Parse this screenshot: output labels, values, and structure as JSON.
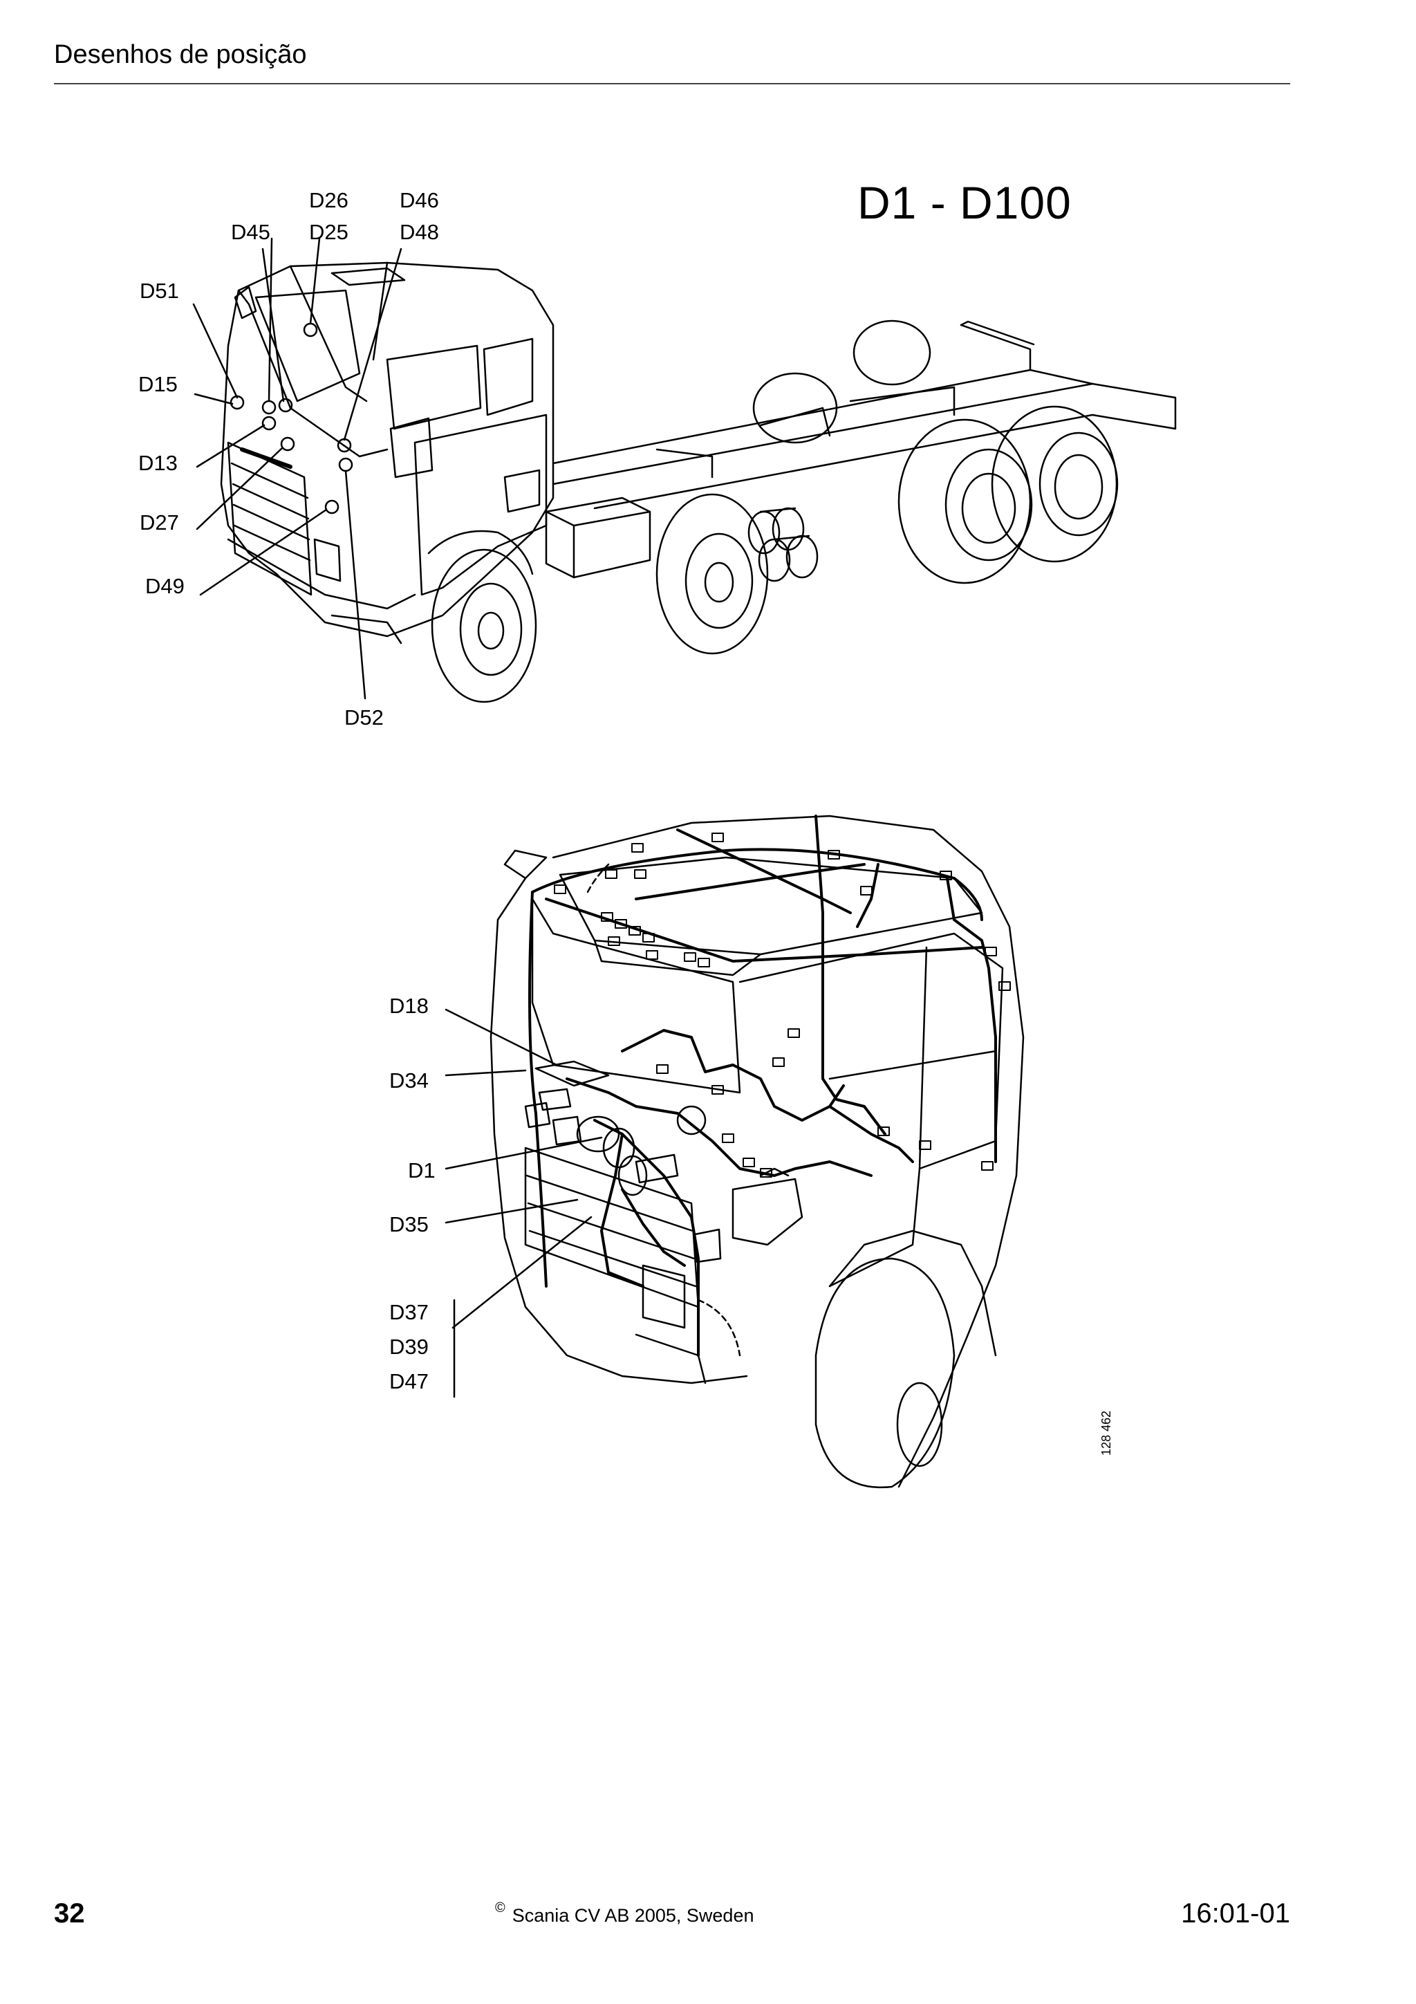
{
  "header": {
    "title": "Desenhos de posição"
  },
  "main_title": "D1 - D100",
  "figure_top": {
    "labels": [
      "D26",
      "D46",
      "D45",
      "D25",
      "D48",
      "D51",
      "D15",
      "D13",
      "D27",
      "D49",
      "D52"
    ]
  },
  "figure_bottom": {
    "labels": [
      "D18",
      "D34",
      "D1",
      "D35",
      "D37",
      "D39",
      "D47"
    ]
  },
  "figure_ref": "128 462",
  "footer": {
    "page_number": "32",
    "copyright_symbol": "©",
    "copyright_text": "Scania CV AB 2005, Sweden",
    "doc_code": "16:01-01"
  }
}
